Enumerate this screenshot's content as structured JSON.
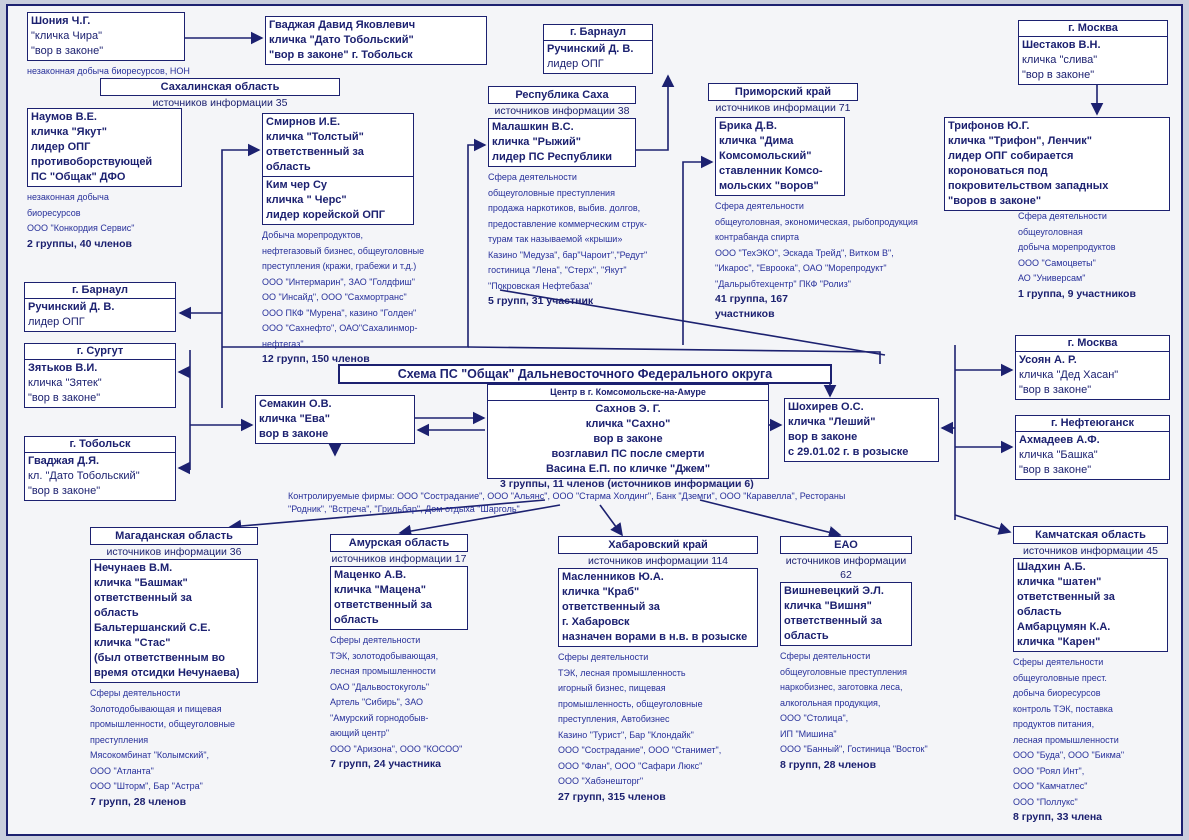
{
  "title": "Схема ПС \"Общак\" Дальневосточного Федерального округа",
  "center_total": "3 группы, 11 членов (источников информации 6)",
  "controlled_firms": [
    "Контролируемые фирмы: ООО \"Сострадание\", ООО \"Альянс\", ООО \"Старма Холдинг\",  Банк \"Дземги\", ООО \"Каравелла\", Рестораны",
    "\"Родник\", \"Встреча\", \"Грильбар\", Дом отдыха \"Шарголь\""
  ],
  "colors": {
    "ink": "#1c2170",
    "notes": "#27309a",
    "background": "#f4f5f8"
  },
  "blocks": {
    "shonia": {
      "box": [
        "Шония Ч.Г.",
        "\"кличка Чира\"",
        "\"вор в законе\""
      ],
      "notes": [
        "незаконная добыча биоресурсов, НОН"
      ]
    },
    "gvadzhaya_top": {
      "box": [
        "Гваджая Давид Яковлевич",
        "кличка \"Дато Тобольский\"",
        "\"вор в законе\" г. Тобольск"
      ]
    },
    "barnaul_top": {
      "boxhdr": "г. Барнаул",
      "box": [
        "Ручинский Д. В.",
        "лидер ОПГ"
      ]
    },
    "moscow_top": {
      "boxhdr": "г. Москва",
      "box": [
        "Шестаков В.Н.",
        "кличка \"слива\"",
        "\"вор в законе\""
      ]
    },
    "sakhalin": {
      "header": "Сахалинская область",
      "sub": "источников информации 35"
    },
    "naumov": {
      "box": [
        "Наумов В.Е.",
        "кличка \"Якут\"",
        "лидер  ОПГ",
        "противоборствующей",
        "ПС \"Общак\" ДФО"
      ],
      "notes": [
        "незаконная добыча",
        "биоресурсов",
        "ООО \"Конкордия Сервис\""
      ],
      "total": "2 группы, 40 членов"
    },
    "smirnov": {
      "box": [
        "Смирнов И.Е.",
        "кличка \"Толстый\"",
        "ответственный за",
        "область"
      ],
      "box2": [
        "Ким чер Су",
        "кличка \" Черс\"",
        "лидер корейской ОПГ"
      ],
      "notes": [
        "Добыча морепродуктов,",
        "нефтегазовый бизнес, общеуголовные",
        "преступления (кражи, грабежи и т.д.)",
        "ООО \"Интермарин\", ЗАО \"Голдфиш\"",
        "ОО \"Инсайд\", ООО \"Сахмортранс\"",
        "ООО ПКФ \"Мурена\", казино \"Голден\"",
        "ООО \"Сахнефто\", ОАО\"Сахалинмор-",
        "нефтегаз\""
      ],
      "total": "12 групп, 150 членов"
    },
    "sakha": {
      "header": "Республика Саха",
      "sub": "источников информации 38",
      "box": [
        "Малашкин В.С.",
        "кличка \"Рыжий\"",
        "лидер ПС Республики",
        " ",
        " "
      ],
      "notes": [
        "Сфера деятельности",
        "общеуголовные преступления",
        "продажа наркотиков, выбив. долгов,",
        "предоставление коммерческим струк-",
        "турам так называемой «крыши»",
        "Казино \"Медуза\", бар\"Чароит\",\"Редут\"",
        "гостиница \"Лена\", \"Стерх\", \"Якут\"",
        "\"Покровская Нефтебаза\""
      ],
      "total": "5 групп, 31 участник"
    },
    "primorsky": {
      "header": "Приморский край",
      "sub": "источников информации  71"
    },
    "brika": {
      "box": [
        "Брика Д.В.",
        "кличка \"Дима",
        "Комсомольский\"",
        "ставленник Комсо-",
        "мольских \"воров\""
      ],
      "notes": [
        "Сфера деятельности",
        "общеуголовная, экономическая, рыбопродукция",
        "контрабанда спирта",
        "ООО \"ТехЭКО\", Эскада Трейд\", Витком В\",",
        "\"Икарос\", \"Евроока\", ОАО \"Морепродукт\"",
        "\"Дальрыбтехцентр\" ПКФ \"Ролиз\""
      ],
      "total": "41 группа,   167  участников"
    },
    "trifonov": {
      "box": [
        "Трифонов Ю.Г.",
        "кличка \"Трифон\", Ленчик\"",
        "лидер ОПГ собирается",
        "короноваться под",
        "покровительством западных",
        "\"воров в законе\""
      ]
    },
    "trifonov_notes": {
      "notes": [
        "Сфера деятельности",
        "общеуголовная",
        "добыча морепродуктов",
        "ООО \"Самоцветы\"",
        "АО \"Универсам\""
      ],
      "total": "1 группа, 9 участников"
    },
    "barnaul_left": {
      "boxhdr": "г. Барнаул",
      "box": [
        "Ручинский Д. В.",
        "лидер ОПГ"
      ]
    },
    "surgut": {
      "boxhdr": "г. Сургут",
      "box": [
        "Зятьков В.И.",
        "кличка \"Зятек\"",
        "\"вор в законе\""
      ]
    },
    "tobolsk": {
      "boxhdr": "г. Тобольск",
      "box": [
        "Гваджая Д.Я.",
        "кл. \"Дато Тобольский\"",
        "\"вор в законе\""
      ]
    },
    "semakin": {
      "box": [
        "Семакин О.В.",
        "кличка \"Ева\"",
        "вор в законе"
      ]
    },
    "center": {
      "boxhdr": "Центр в г. Комсомольске-на-Амуре",
      "box": [
        "Сахнов Э. Г.",
        "кличка \"Сахно\"",
        "вор в законе",
        "возглавил ПС после смерти",
        "Васина Е.П. по кличке \"Джем\""
      ]
    },
    "shokhirev": {
      "box": [
        "Шохирев О.С.",
        "кличка \"Леший\"",
        "вор в законе",
        "с 29.01.02 г. в розыске"
      ]
    },
    "moscow_right": {
      "boxhdr": "г. Москва",
      "box": [
        "Усоян А. Р.",
        "кличка \"Дед Хасан\"",
        "\"вор в законе\""
      ]
    },
    "nefteyugansk": {
      "boxhdr": "г. Нефтеюганск",
      "box": [
        "Ахмадеев А.Ф.",
        "кличка \"Башка\"",
        "\"вор в законе\""
      ]
    },
    "magadan": {
      "header": "Магаданская область",
      "sub": "источников информации 36",
      "box": [
        "Нечунаев В.М.",
        "кличка \"Башмак\"",
        "ответственный за",
        "область",
        "Бальтершанский С.Е.",
        "кличка \"Стас\"",
        "(был ответственным во",
        "время отсидки Нечунаева)"
      ],
      "notes": [
        "Сферы деятельности",
        "Золотодобывающая и пищевая",
        "промышленности, общеуголовные",
        "преступления",
        "Мясокомбинат \"Колымский\",",
        "ООО \"Атланта\"",
        "ООО \"Шторм\", Бар \"Астра\""
      ],
      "total": "7 групп, 28 членов"
    },
    "amur": {
      "header": "Амурская область",
      "sub": "источников информации 17",
      "box": [
        "Маценко А.В.",
        "кличка \"Мацена\"",
        "ответственный за",
        "область"
      ],
      "notes": [
        "Сферы деятельности",
        "ТЭК, золотодобывающая,",
        "лесная промышленности",
        "ОАО \"Дальвостокуголь\"",
        "Артель \"Сибирь\", ЗАО",
        "\"Амурский горнодобыв-",
        "ающий центр\"",
        "ООО \"Аризона\", ООО \"КОСОО\""
      ],
      "total": "7 групп,     24 участника"
    },
    "khabarovsk": {
      "header": "Хабаровский край",
      "sub": "источников информации 114",
      "box": [
        "Масленников Ю.А.",
        "кличка \"Краб\"",
        "ответственный за",
        "г. Хабаровск",
        "назначен ворами в н.в. в розыске"
      ],
      "notes": [
        "Сферы деятельности",
        "ТЭК, лесная промышленность",
        "игорный бизнес, пищевая",
        "промышленность, общеуголовные",
        "преступления, Автобизнес",
        "Казино \"Турист\", Бар \"Клондайк\"",
        "ООО \"Сострадание\", ООО \"Станимет\",",
        "ООО \"Флан\", ООО \"Сафари Люкс\"",
        "ООО \"Хабэнешторг\""
      ],
      "total": "27 групп, 315 членов"
    },
    "eao": {
      "header": "ЕАО",
      "sub": "источников информации 62",
      "box": [
        "Вишневецкий Э.Л.",
        "кличка \"Вишня\"",
        "ответственный за",
        "область"
      ],
      "notes": [
        "Сферы деятельности",
        "общеуголовные преступления",
        "наркобизнес, заготовка леса,",
        "алкогольная продукция,",
        " ООО \"Столица\",",
        "ИП \"Мишина\"",
        "ООО \"Банный\", Гостиница \"Восток\""
      ],
      "total": "8 групп, 28 членов"
    },
    "kamchatka": {
      "header": "Камчатская область",
      "sub": "источников  информации  45",
      "box": [
        "Шадхин А.Б.",
        "кличка \"шатен\"",
        "ответственный за",
        "область",
        "Амбарцумян К.А.",
        "кличка \"Карен\""
      ],
      "notes": [
        "Сферы деятельности",
        "общеуголовные прест.",
        "добыча биоресурсов",
        "контроль ТЭК, поставка",
        "продуктов питания,",
        "лесная промышленности",
        "ООО \"Буда\", ООО \"Бикма\"",
        "ООО \"Роял Инт\",",
        "ООО \"Камчатлес\"",
        "ООО \"Поллукс\""
      ],
      "total": "8 групп,  33 члена"
    }
  }
}
